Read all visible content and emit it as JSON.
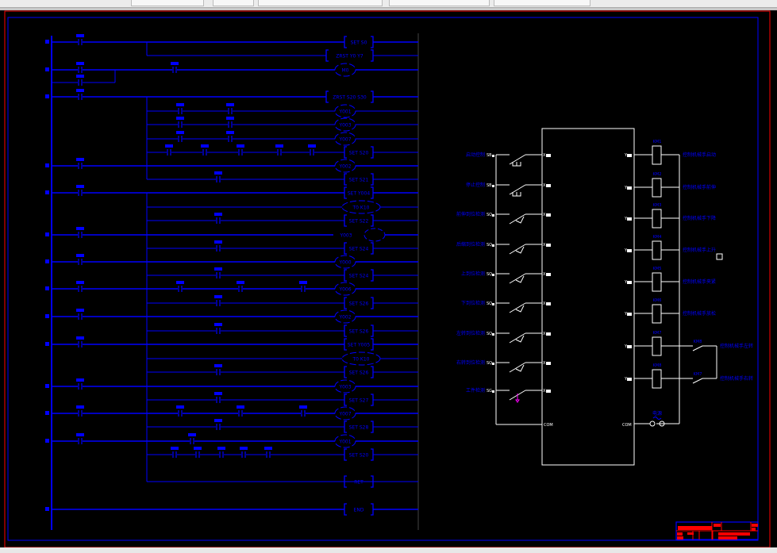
{
  "toolbar": {
    "fields": [
      "",
      "",
      "",
      ""
    ]
  },
  "colors": {
    "background": "#000000",
    "ladder": "#0000ff",
    "wiring": "#ffffff",
    "frame_outer": "#ff0000",
    "frame_inner": "#0000ff",
    "title_block": "#ff0000",
    "sensor_marker": "#ff00ff"
  },
  "ladder": {
    "outputs": [
      "SET  S0",
      "ZRST Y0 Y7",
      "M0",
      "ZRST S20 S30",
      "Y001",
      "Y003",
      "Y007",
      "SET S20",
      "Y002",
      "SET S21",
      "SET Y004",
      "T0 K10",
      "SET S22",
      "Y003",
      "SET S24",
      "Y000",
      "SET S24",
      "Y006",
      "SET S26",
      "Y002",
      "SET S26",
      "SET Y005",
      "T0 K10",
      "SET S26",
      "Y003",
      "SET S27",
      "Y007",
      "SET S28",
      "Y001",
      "SET S20",
      "RET",
      "END"
    ]
  },
  "plc": {
    "inputs": [
      {
        "label": "启动控制",
        "tag": "SB",
        "terminal": "X"
      },
      {
        "label": "停止控制",
        "tag": "SB",
        "terminal": "X"
      },
      {
        "label": "前伸到位检测",
        "tag": "SQ",
        "terminal": "X"
      },
      {
        "label": "后缩到位检测",
        "tag": "SQ",
        "terminal": "X"
      },
      {
        "label": "上到位检测",
        "tag": "SQ",
        "terminal": "X"
      },
      {
        "label": "下到位检测",
        "tag": "SQ",
        "terminal": "X"
      },
      {
        "label": "左转到位检测",
        "tag": "SQ",
        "terminal": "X"
      },
      {
        "label": "右转到位检测",
        "tag": "SQ",
        "terminal": "X"
      },
      {
        "label": "工件检测",
        "tag": "SG",
        "terminal": "X"
      }
    ],
    "outputs": [
      {
        "coil": "KM1",
        "label": "控制机械手启动",
        "terminal": "Y"
      },
      {
        "coil": "KM2",
        "label": "控制机械手前伸",
        "terminal": "Y"
      },
      {
        "coil": "KM3",
        "label": "控制机械手下降",
        "terminal": "Y"
      },
      {
        "coil": "KM4",
        "label": "控制机械手上升",
        "terminal": "Y"
      },
      {
        "coil": "KM5",
        "label": "控制机械手夹紧",
        "terminal": "Y"
      },
      {
        "coil": "KM6",
        "label": "控制机械手放松",
        "terminal": "Y"
      },
      {
        "coil": "KM7",
        "label": "控制机械手左转",
        "terminal": "Y"
      },
      {
        "coil": "KM8",
        "label": "控制机械手右转",
        "terminal": "Y"
      }
    ],
    "interlocks": [
      "KM8",
      "KM7"
    ],
    "com_in": "COM",
    "com_out": "COM",
    "power_label": "电源"
  }
}
